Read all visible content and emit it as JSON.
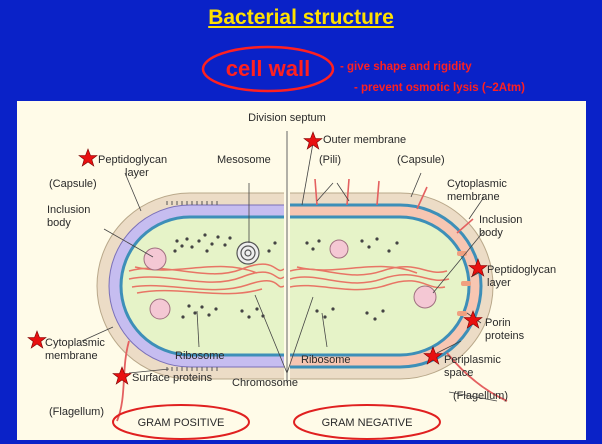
{
  "slide": {
    "title": "Bacterial structure",
    "callout": {
      "term": "cell wall",
      "functions": [
        "- give shape and rigidity",
        "- prevent osmotic lysis (~2Atm)"
      ]
    },
    "colors": {
      "background": "#0a22c8",
      "title": "#ffe100",
      "callout": "#ff2020",
      "panel": "#fffbe8"
    }
  },
  "diagram": {
    "labels": {
      "division_septum": "Division septum",
      "outer_membrane": "Outer membrane",
      "peptidoglycan_left": [
        "Peptidoglycan",
        "layer"
      ],
      "mesosome": "Mesosome",
      "pili": "(Pili)",
      "capsule_right": "(Capsule)",
      "capsule_left": "(Capsule)",
      "cytoplasmic_membrane_right": [
        "Cytoplasmic",
        "membrane"
      ],
      "inclusion_body_left": [
        "Inclusion",
        "body"
      ],
      "inclusion_body_right": [
        "Inclusion",
        "body"
      ],
      "peptidoglycan_right": [
        "Peptidoglycan",
        "layer"
      ],
      "porin_proteins": [
        "Porin",
        "proteins"
      ],
      "cytoplasmic_membrane_left": [
        "Cytoplasmic",
        "membrane"
      ],
      "ribosome_left": "Ribosome",
      "ribosome_right": "Ribosome",
      "periplasmic_space": [
        "Periplasmic",
        "space"
      ],
      "surface_proteins": "Surface proteins",
      "chromosome": "Chromosome",
      "flagellum_left": "(Flagellum)",
      "flagellum_right": "(Flagellum)",
      "gram_positive": "GRAM POSITIVE",
      "gram_negative": "GRAM NEGATIVE"
    },
    "colors": {
      "capsule": "#ecdcc6",
      "gram_positive_wall": "#c6bdf0",
      "cytoplasm": "#e6f3c8",
      "outer_membrane": "#3d8fb8",
      "chromosome": "#e87565",
      "inclusion": "#f4c8d4",
      "flagellum": "#e46060",
      "star": "#e81010",
      "gram_oval": "#e02020"
    }
  }
}
